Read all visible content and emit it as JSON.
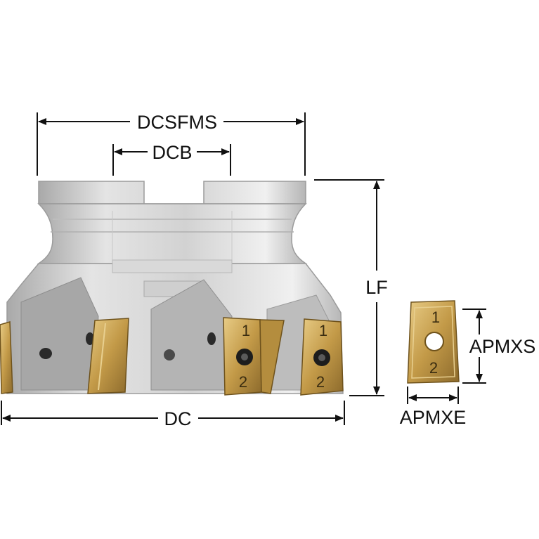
{
  "labels": {
    "dcsfms": "DCSFMS",
    "dcb": "DCB",
    "lf": "LF",
    "dc": "DC",
    "apmxs": "APMXS",
    "apmxe": "APMXE"
  },
  "insert_marks": {
    "top": "1",
    "bottom": "2"
  },
  "colors": {
    "body_light": "#e6e6e6",
    "body_mid": "#c9c9c9",
    "body_dark": "#9a9a9a",
    "insert_gold": "#c9a254",
    "insert_dark": "#8a6a2a",
    "line": "#111111"
  }
}
